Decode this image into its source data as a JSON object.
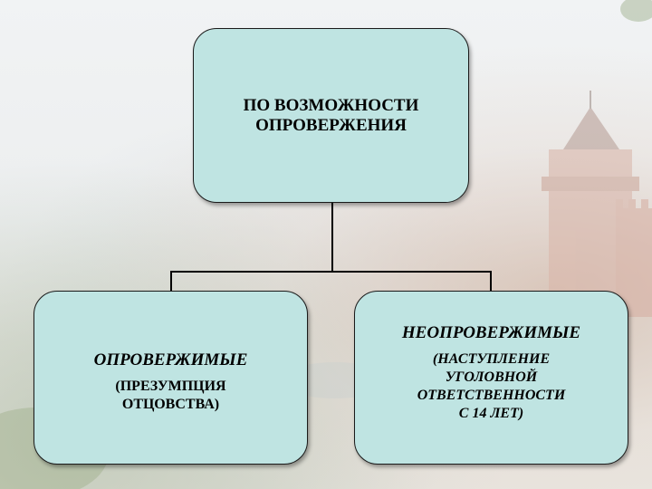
{
  "diagram": {
    "top_node": {
      "line1": "ПО ВОЗМОЖНОСТИ",
      "line2": "ОПРОВЕРЖЕНИЯ"
    },
    "left_node": {
      "heading": "ОПРОВЕРЖИМЫЕ",
      "line1": "(ПРЕЗУМПЦИЯ",
      "line2": "ОТЦОВСТВА)"
    },
    "right_node": {
      "heading": "НЕОПРОВЕРЖИМЫЕ",
      "line1": "(НАСТУПЛЕНИЕ",
      "line2": "УГОЛОВНОЙ",
      "line3": "ОТВЕТСТВЕННОСТИ",
      "line4": "С 14 ЛЕТ)"
    },
    "colors": {
      "box_fill": "#bfe4e2",
      "box_border": "#1a1a1a",
      "connector": "#000000"
    }
  }
}
